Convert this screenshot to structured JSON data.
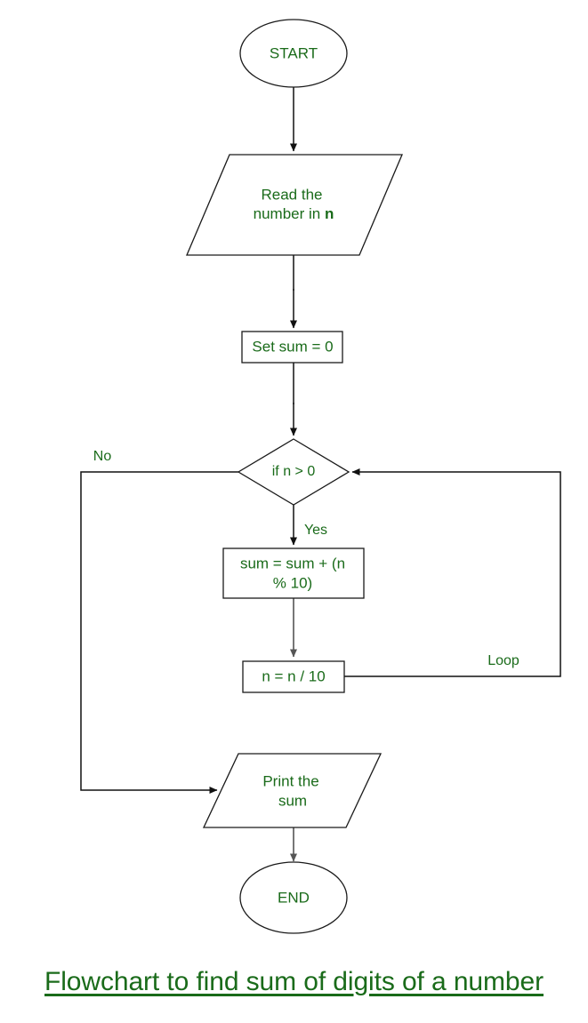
{
  "diagram": {
    "type": "flowchart",
    "caption": "Flowchart to find sum of digits of a number",
    "colors": {
      "text": "#1a6b1a",
      "stroke": "#1a1a1a",
      "connector": "#111111",
      "background": "#ffffff"
    },
    "nodes": [
      {
        "id": "start",
        "shape": "ellipse",
        "label": "START"
      },
      {
        "id": "read",
        "shape": "parallelogram",
        "label_line1": "Read the",
        "label_line2_prefix": "number in ",
        "label_line2_bold": "n"
      },
      {
        "id": "init",
        "shape": "rectangle",
        "label": "Set sum = 0"
      },
      {
        "id": "decision",
        "shape": "diamond",
        "label": "if n > 0"
      },
      {
        "id": "accum",
        "shape": "rectangle",
        "label_line1": "sum = sum + (n",
        "label_line2": "% 10)"
      },
      {
        "id": "divide",
        "shape": "rectangle",
        "label": "n = n / 10"
      },
      {
        "id": "print",
        "shape": "parallelogram",
        "label_line1": "Print the",
        "label_line2": "sum"
      },
      {
        "id": "end",
        "shape": "ellipse",
        "label": "END"
      }
    ],
    "edge_labels": {
      "no": "No",
      "yes": "Yes",
      "loop": "Loop"
    }
  }
}
